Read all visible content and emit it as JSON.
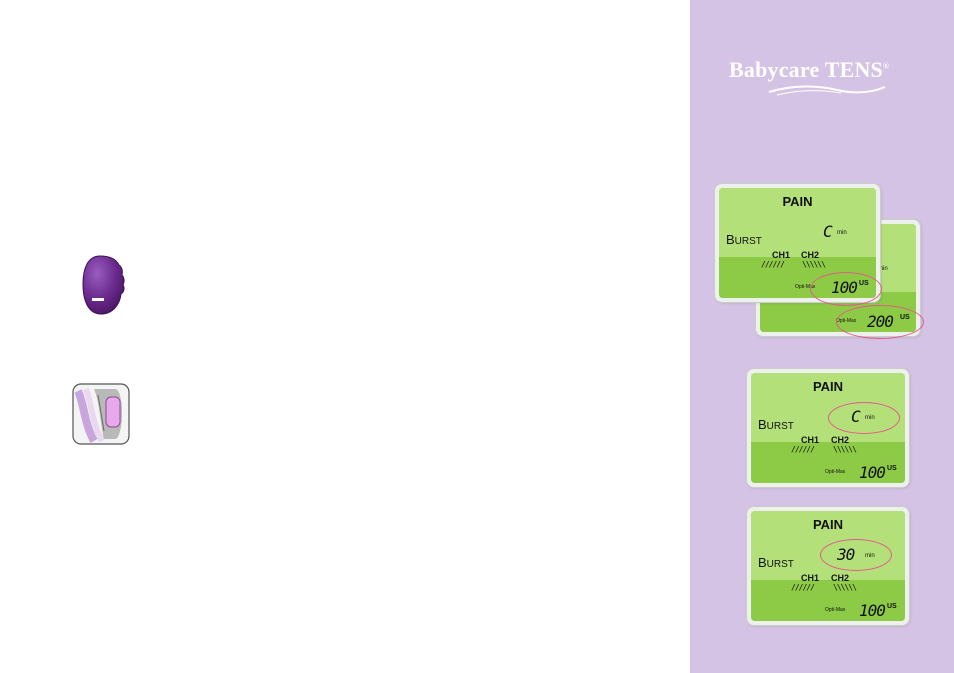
{
  "brand": {
    "name": "Babycare TENS",
    "mark": "®"
  },
  "icons": {
    "minus_button": "minus-button-icon",
    "clip": "belt-clip-icon"
  },
  "colors": {
    "sidebar": "#d5c3e5",
    "lcd_light": "#b4e07a",
    "lcd_dark": "#8dca46",
    "highlight_ring": "#e35a8c",
    "button_purple": "#6a2a8c"
  },
  "displays": [
    {
      "title": "PAIN",
      "mode_initial": "B",
      "mode_rest": "URST",
      "time": "C",
      "time_unit": "min",
      "ch1": "CH1",
      "ch2": "CH2",
      "optimax_label": "Opti-Max",
      "pulse": "100",
      "pulse_unit": "US"
    },
    {
      "title": "",
      "time_unit": "min",
      "optimax_label": "Opti-Max",
      "pulse": "200",
      "pulse_unit": "US"
    },
    {
      "title": "PAIN",
      "mode_initial": "B",
      "mode_rest": "URST",
      "time": "C",
      "time_unit": "min",
      "ch1": "CH1",
      "ch2": "CH2",
      "optimax_label": "Opti-Max",
      "pulse": "100",
      "pulse_unit": "US"
    },
    {
      "title": "PAIN",
      "mode_initial": "B",
      "mode_rest": "URST",
      "time": "30",
      "time_unit": "min",
      "ch1": "CH1",
      "ch2": "CH2",
      "optimax_label": "Opti-Max",
      "pulse": "100",
      "pulse_unit": "US"
    }
  ]
}
